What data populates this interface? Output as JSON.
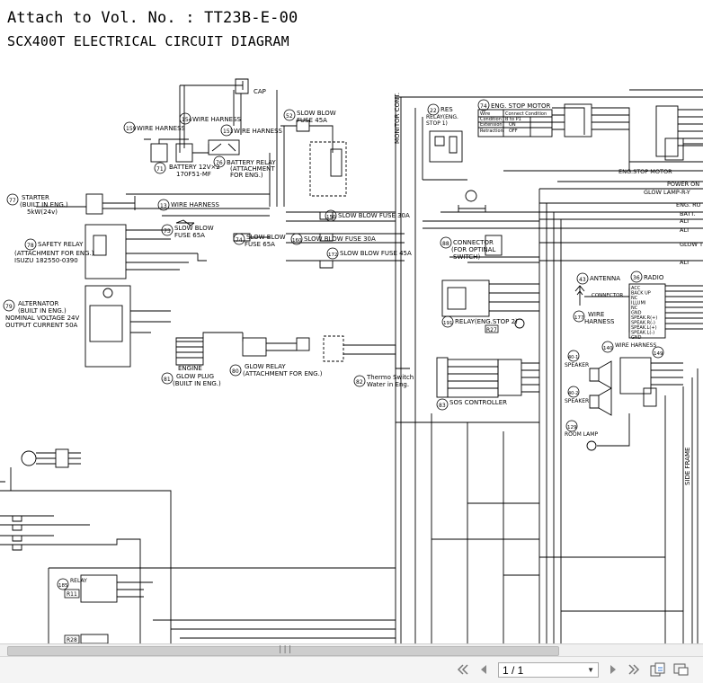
{
  "header": {
    "title_line1": "Attach to Vol. No. : TT23B-E-00",
    "title_line2": "SCX400T ELECTRICAL CIRCUIT DIAGRAM"
  },
  "components": {
    "c159": "159",
    "c159_label": "WIRE HARNESS",
    "c154": "154",
    "c154_label": "WIRE HARNESS",
    "c153": "153",
    "c153_label": "WIRE HARNESS",
    "c52": "52",
    "c52_label1": "SLOW BLOW",
    "c52_label2": "FUSE 45A",
    "cap": "CAP",
    "c71": "71",
    "c71_label1": "BATTERY 12V×2",
    "c71_label2": "170F51-MF",
    "c76": "76",
    "c76_label1": "BATTERY RELAY",
    "c76_label2": "(ATTACHMENT",
    "c76_label3": "FOR ENG.)",
    "c77": "77",
    "c77_label1": "STARTER",
    "c77_label2": "(BUILT IN ENG.)",
    "c77_label3": "5kW(24v)",
    "c13": "13",
    "c13_label": "WIRE HARNESS",
    "c73": "73",
    "c73_label1": "SLOW BLOW",
    "c73_label2": "FUSE 65A",
    "c74": "74",
    "c74_label1": "SLOW BLOW",
    "c74_label2": "FUSE 65A",
    "c150": "150",
    "c150_label": "SLOW BLOW FUSE 30A",
    "c160": "160",
    "c160_label": "SLOW BLOW FUSE 30A",
    "c172": "172",
    "c172_label": "SLOW BLOW FUSE 45A",
    "c78": "78",
    "c78_label1": "SAFETY RELAY",
    "c78_label2": "(ATTACHMENT FOR ENG.)",
    "c78_label3": "ISUZU 182550-0390",
    "c79": "79",
    "c79_label1": "ALTERNATOR",
    "c79_label2": "(BUILT IN ENG.)",
    "c79_label3": "NOMINAL VOLTAGE 24V",
    "c79_label4": "OUTPUT CURRENT 50A",
    "engine": "ENGINE",
    "c81": "81",
    "c81_label1": "GLOW PLUG",
    "c81_label2": "(BUILT IN ENG.)",
    "c80": "80",
    "c80_label1": "GLOW RELAY",
    "c80_label2": "(ATTACHMENT FOR ENG.)",
    "c82": "82",
    "c82_label1": "Thermo Switch",
    "c82_label2": "Water in Eng.",
    "c22": "22",
    "c22_label1": "RES",
    "c22_label2": "RELAY(ENG.",
    "c22_label3": "STOP 1)",
    "c74b": "74",
    "c74b_label": "ENG. STOP MOTOR",
    "motor_table_h1": "Wire",
    "motor_table_h2": "Connect Condition",
    "motor_table_r1": "Condition",
    "motor_table_r1v": "B to P1",
    "motor_table_r2": "Extension",
    "motor_table_r2v": "ON",
    "motor_table_r3": "Retraction",
    "motor_table_r3v": "OFF",
    "monitor": "MONITOR CONT.",
    "c88": "88",
    "c88_label1": "CONNECTOR",
    "c88_label2": "(FOR OPTINAL",
    "c88_label3": "SWITCH)",
    "c191": "191",
    "c191_label": "RELAY(ENG.STOP 2)",
    "r27": "R27",
    "c83": "83",
    "c83_label": "SOS CONTROLLER",
    "c43": "43",
    "c43_label": "ANTENNA",
    "c36": "36",
    "c36_label": "RADIO",
    "c177": "177",
    "c177_label1": "WIRE",
    "c177_label2": "HARNESS",
    "connector": "CONNECTOR",
    "c140": "140",
    "c140_label": "WIRE HARNESS",
    "c40_1": "40-1",
    "c40_2": "40-2",
    "speaker": "SPEAKER",
    "c129": "129",
    "room_lamp": "ROOM LAMP",
    "c149": "149",
    "side_frame": "SIDE FRAME",
    "eng_stop_motor": "ENG.STOP MOTOR",
    "power": "POWER ON",
    "glow_lamp": "GLOW LAMP-R-Y",
    "eng_ru": "ENG. RU",
    "batt": "BATT.",
    "alt": "ALT",
    "glow_ti": "GLOW TI",
    "relay_r11": "R11",
    "relay_r28": "R28",
    "c185": "185",
    "relay_label": "RELAY",
    "radio_pins": [
      "ACC",
      "BACK UP",
      "NC",
      "ILLUMI",
      "NC",
      "GND",
      "SPEAK.R(+)",
      "SPEAK.R(-)",
      "SPEAK.L(+)",
      "SPEAK.L(-)",
      "GND"
    ]
  },
  "toolbar": {
    "page_indicator": "1 / 1",
    "first_page": "first-page",
    "prev_page": "prev-page",
    "next_page": "next-page",
    "last_page": "last-page"
  }
}
